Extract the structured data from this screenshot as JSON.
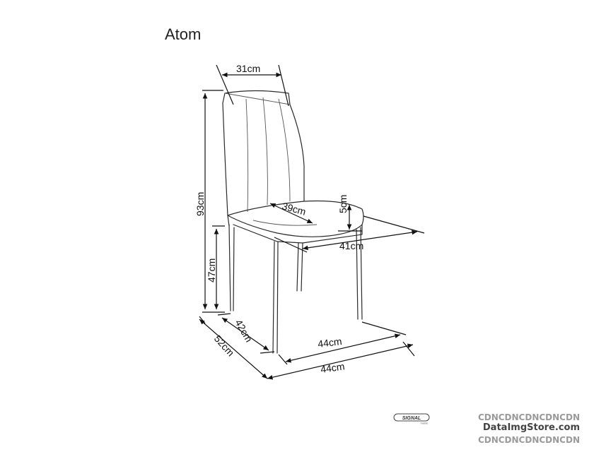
{
  "title": "Atom",
  "dimensions": {
    "back_width": "31cm",
    "total_height": "93cm",
    "seat_height": "47cm",
    "seat_depth": "39cm",
    "seat_thickness": "5cm",
    "seat_width": "41cm",
    "leg_depth": "42cm",
    "leg_width": "44cm",
    "total_depth": "52cm",
    "total_width": "44cm"
  },
  "brand": {
    "name": "SIGNAL",
    "sub": "meble"
  },
  "watermark": {
    "line1": "CDNCDNCDNCDNCDN",
    "line2": "DataImgStore.com",
    "line3": "CDNCDNCDNCDNCDN"
  }
}
